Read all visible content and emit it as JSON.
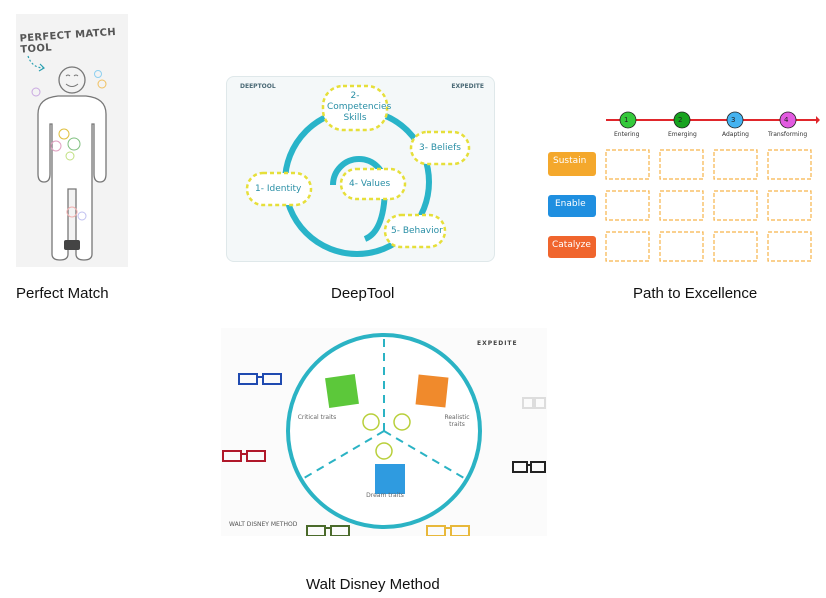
{
  "captions": {
    "perfect_match": "Perfect Match",
    "deeptool": "DeepTool",
    "path_to_excellence": "Path to Excellence",
    "walt_disney": "Walt Disney Method"
  },
  "perfect_match": {
    "title": "PERFECT MATCH TOOL"
  },
  "deeptool": {
    "header_left": "DEEPTOOL",
    "header_right": "EXPEDITE",
    "nodes": [
      "1- Identity",
      "2- Competencies Skills",
      "3- Beliefs",
      "4- Values",
      "5- Behavior"
    ],
    "accent": "#29b4c9",
    "highlight": "#e8e23c"
  },
  "path_to_excellence": {
    "stages": [
      {
        "num": "1",
        "label": "Entering",
        "color": "#35c93b"
      },
      {
        "num": "2",
        "label": "Emerging",
        "color": "#18a31f"
      },
      {
        "num": "3",
        "label": "Adapting",
        "color": "#45b3f0"
      },
      {
        "num": "4",
        "label": "Transforming",
        "color": "#e25be0"
      }
    ],
    "rows": [
      {
        "label": "Sustain",
        "color": "#f4a82c"
      },
      {
        "label": "Enable",
        "color": "#1f8fe0"
      },
      {
        "label": "Catalyze",
        "color": "#f0652d"
      }
    ],
    "line_color": "#e0262b",
    "cell_border": "#f6b34a"
  },
  "walt_disney": {
    "brand": "EXPEDITE",
    "footer": "WALT DISNEY METHOD",
    "sections": [
      "Critical traits",
      "Realistic traits",
      "Dream traits"
    ],
    "ring_color": "#2bb3c4"
  }
}
